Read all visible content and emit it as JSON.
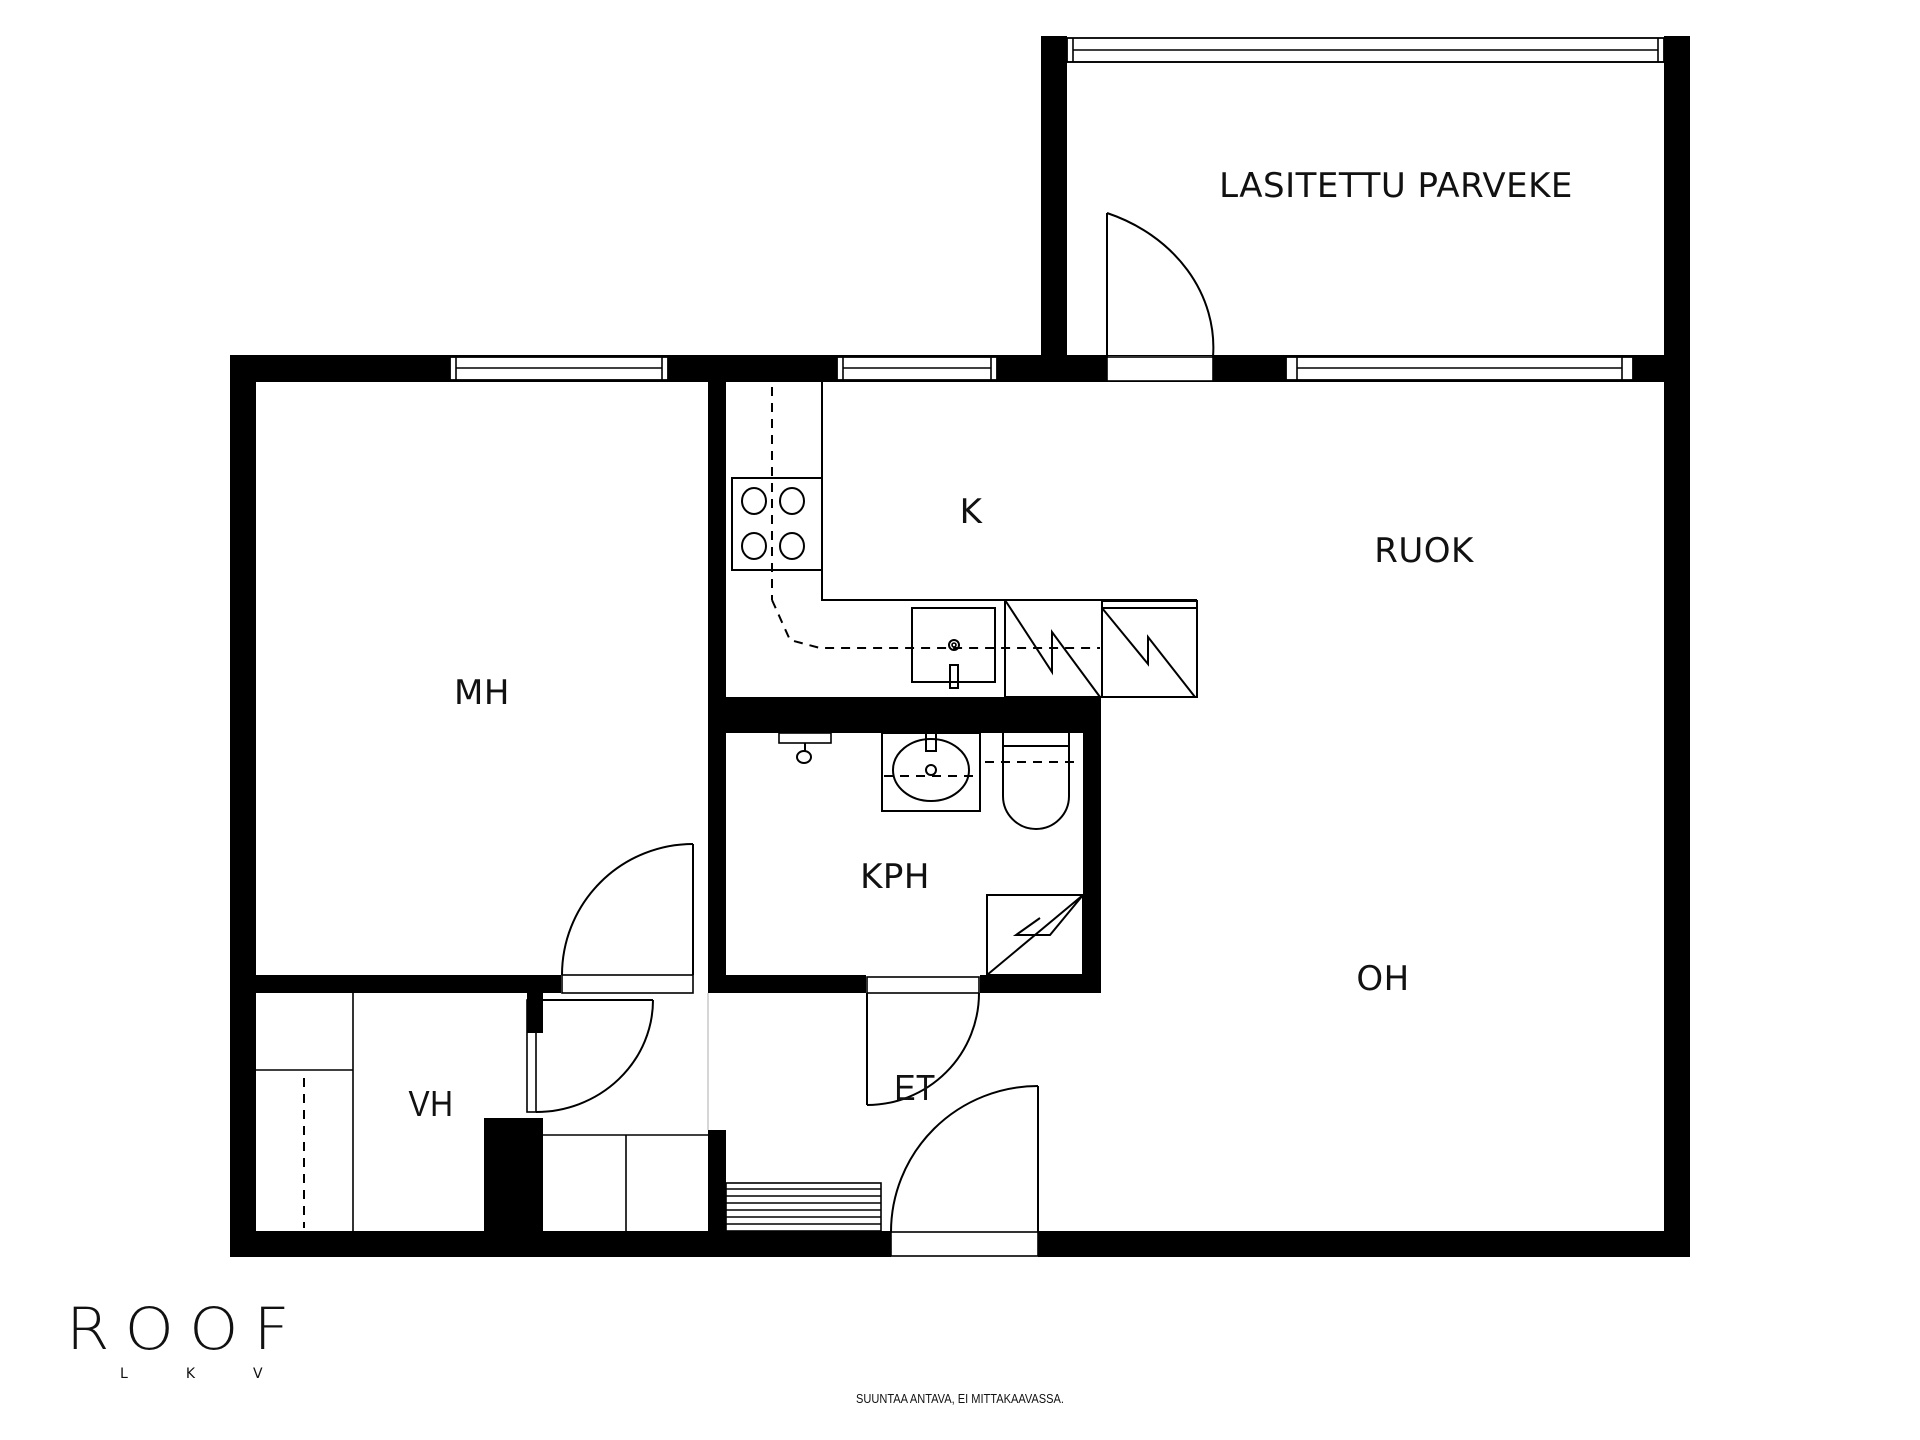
{
  "plan": {
    "rooms": {
      "balcony": "LASITETTU PARVEKE",
      "bedroom": "MH",
      "kitchen": "K",
      "dining": "RUOK",
      "bathroom": "KPH",
      "living": "OH",
      "hallway": "ET",
      "closet": "VH"
    },
    "colors": {
      "wall": "#000000",
      "background": "#ffffff",
      "text": "#111111"
    }
  },
  "brand": {
    "name": "ROOF",
    "sub": [
      "L",
      "K",
      "V"
    ]
  },
  "footer": {
    "disclaimer": "SUUNTAA ANTAVA, EI MITTAKAAVASSA."
  }
}
